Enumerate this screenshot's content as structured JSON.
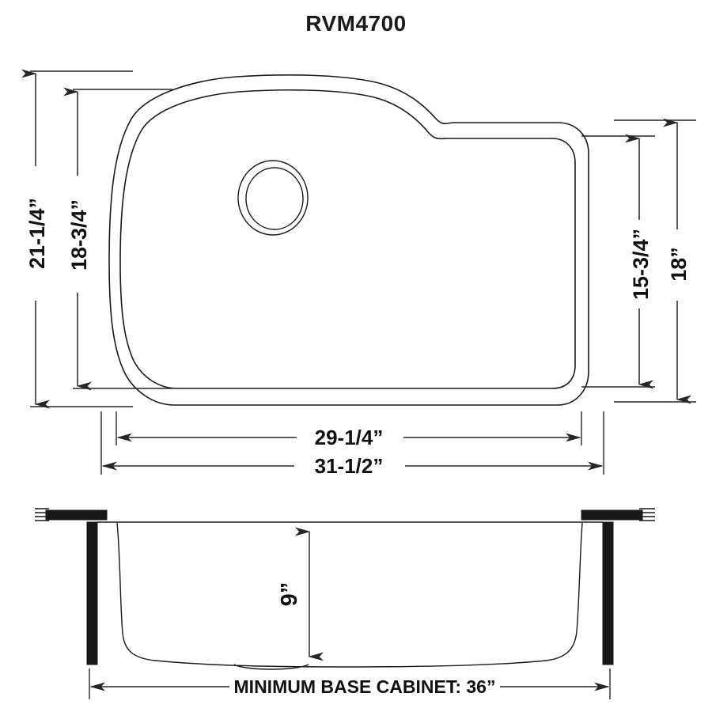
{
  "drawing": {
    "title": "RVM4700",
    "product_type": "undermount-kitchen-sink-spec-drawing"
  },
  "top_view": {
    "name": "sink-top-view",
    "dimensions": {
      "overall_depth_label": "21-1/4”",
      "bowl_depth_label": "18-3/4”",
      "right_bowl_depth_label": "15-3/4”",
      "right_overall_depth_label": "18”",
      "bowl_width_label": "29-1/4”",
      "overall_width_label": "31-1/2”"
    },
    "drain": {
      "name": "drain-opening"
    }
  },
  "section_view": {
    "name": "sink-cross-section-view",
    "bowl_depth_label": "9”",
    "cabinet_label": "MINIMUM BASE CABINET: 36”"
  },
  "colors": {
    "line": "#1a1a1a",
    "dimension": "#262626",
    "cabinet_fill": "#171717",
    "background": "#ffffff"
  }
}
